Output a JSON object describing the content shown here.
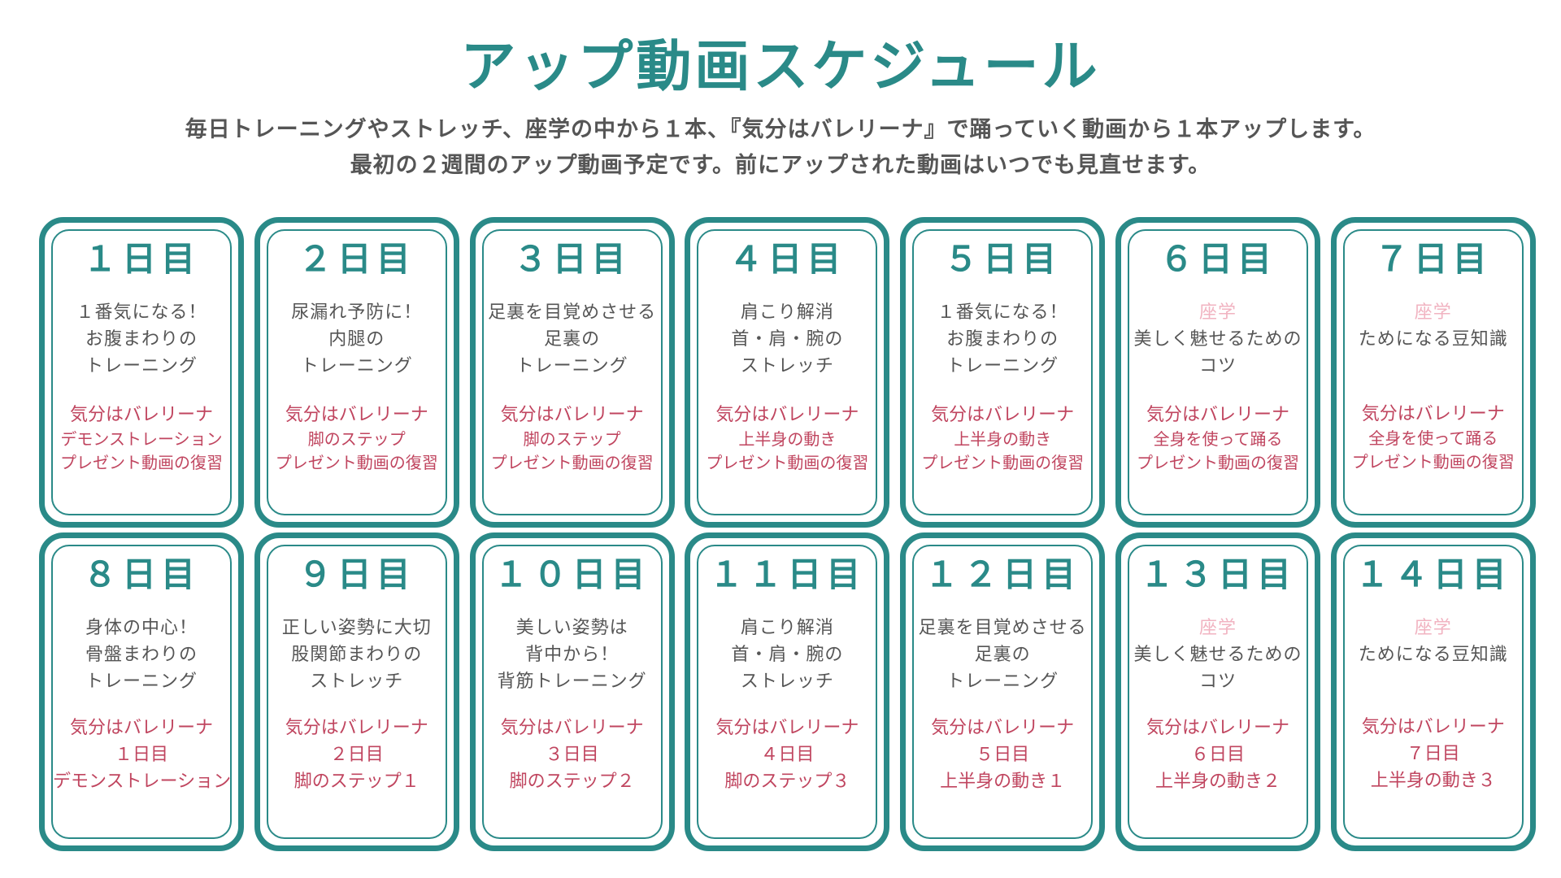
{
  "header": {
    "title": "アップ動画スケジュール",
    "subtitle_line1": "毎日トレーニングやストレッチ、座学の中から１本、『気分はバレリーナ』で踊っていく動画から１本アップします。",
    "subtitle_line2": "最初の２週間のアップ動画予定です。前にアップされた動画はいつでも見直せます。"
  },
  "colors": {
    "accent": "#2a8a88",
    "text": "#555555",
    "ballet": "#c0455f",
    "zagaku": "#f1b3c1"
  },
  "cards": [
    {
      "day": "１日目",
      "lines": [
        "１番気になる！",
        "お腹まわりの",
        "トレーニング"
      ],
      "ballet": [
        "気分はバレリーナ",
        "デモンストレーション",
        "プレゼント動画の復習"
      ]
    },
    {
      "day": "２日目",
      "lines": [
        "尿漏れ予防に！",
        "内腿の",
        "トレーニング"
      ],
      "ballet": [
        "気分はバレリーナ",
        "脚のステップ",
        "プレゼント動画の復習"
      ]
    },
    {
      "day": "３日目",
      "lines": [
        "足裏を目覚めさせる",
        "足裏の",
        "トレーニング"
      ],
      "ballet": [
        "気分はバレリーナ",
        "脚のステップ",
        "プレゼント動画の復習"
      ]
    },
    {
      "day": "４日目",
      "lines": [
        "肩こり解消",
        "首・肩・腕の",
        "ストレッチ"
      ],
      "ballet": [
        "気分はバレリーナ",
        "上半身の動き",
        "プレゼント動画の復習"
      ]
    },
    {
      "day": "５日目",
      "lines": [
        "１番気になる！",
        "お腹まわりの",
        "トレーニング"
      ],
      "ballet": [
        "気分はバレリーナ",
        "上半身の動き",
        "プレゼント動画の復習"
      ]
    },
    {
      "day": "６日目",
      "zagaku": "座学",
      "lines": [
        "美しく魅せるための",
        "コツ"
      ],
      "ballet": [
        "気分はバレリーナ",
        "全身を使って踊る",
        "プレゼント動画の復習"
      ]
    },
    {
      "day": "７日目",
      "zagaku": "座学",
      "lines": [
        "ためになる豆知識"
      ],
      "ballet": [
        "気分はバレリーナ",
        "全身を使って踊る",
        "プレゼント動画の復習"
      ]
    },
    {
      "day": "８日目",
      "lines": [
        "身体の中心！",
        "骨盤まわりの",
        "トレーニング"
      ],
      "ballet": [
        "気分はバレリーナ",
        "１日目",
        "デモンストレーション"
      ]
    },
    {
      "day": "９日目",
      "lines": [
        "正しい姿勢に大切",
        "股関節まわりの",
        "ストレッチ"
      ],
      "ballet": [
        "気分はバレリーナ",
        "２日目",
        "脚のステップ１"
      ]
    },
    {
      "day": "１０日目",
      "lines": [
        "美しい姿勢は",
        "背中から！",
        "背筋トレーニング"
      ],
      "ballet": [
        "気分はバレリーナ",
        "３日目",
        "脚のステップ２"
      ]
    },
    {
      "day": "１１日目",
      "lines": [
        "肩こり解消",
        "首・肩・腕の",
        "ストレッチ"
      ],
      "ballet": [
        "気分はバレリーナ",
        "４日目",
        "脚のステップ３"
      ]
    },
    {
      "day": "１２日目",
      "lines": [
        "足裏を目覚めさせる",
        "足裏の",
        "トレーニング"
      ],
      "ballet": [
        "気分はバレリーナ",
        "５日目",
        "上半身の動き１"
      ]
    },
    {
      "day": "１３日目",
      "zagaku": "座学",
      "lines": [
        "美しく魅せるための",
        "コツ"
      ],
      "ballet": [
        "気分はバレリーナ",
        "６日目",
        "上半身の動き２"
      ]
    },
    {
      "day": "１４日目",
      "zagaku": "座学",
      "lines": [
        "ためになる豆知識"
      ],
      "ballet": [
        "気分はバレリーナ",
        "７日目",
        "上半身の動き３"
      ]
    }
  ]
}
